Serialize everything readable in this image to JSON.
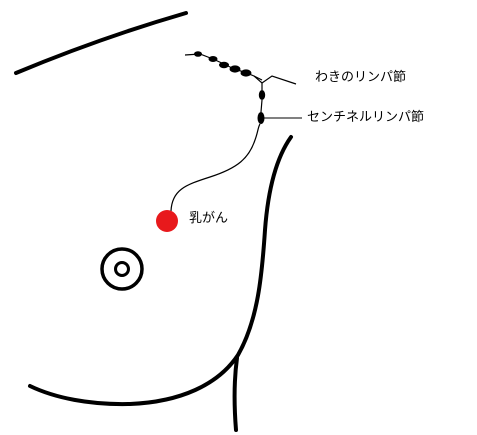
{
  "labels": {
    "axillary_lymph_nodes": "わきのリンパ節",
    "sentinel_lymph_node": "センチネルリンパ節",
    "breast_cancer": "乳がん"
  },
  "colors": {
    "outline": "#000000",
    "tumor": "#e8191c",
    "background": "#ffffff"
  }
}
